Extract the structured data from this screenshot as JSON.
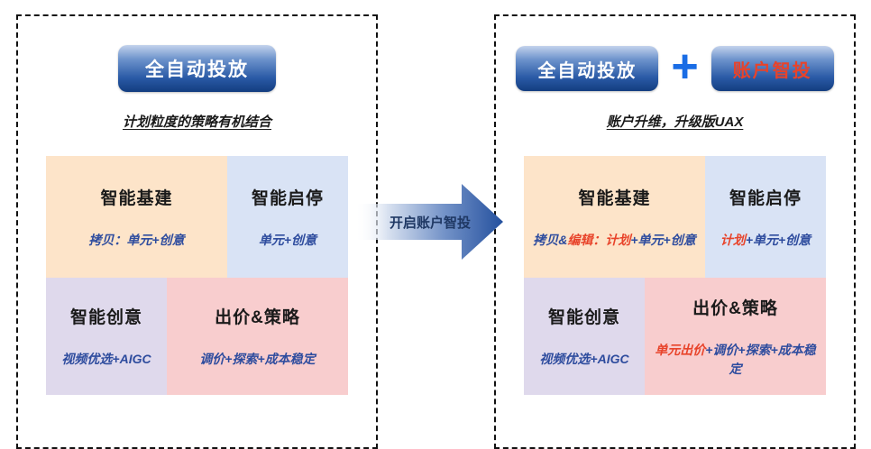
{
  "colors": {
    "blue_text": "#2E4C9E",
    "red_text": "#E8432A",
    "plus_blue": "#1A6DE5",
    "badge_text": "#FFFFFF",
    "cell_orange": "#FDE4C9",
    "cell_blue": "#D9E3F5",
    "cell_purple": "#DFD9EC",
    "cell_pink": "#F8CDCE",
    "arrow_label": "#1F3864"
  },
  "arrow": {
    "label": "开启账户智投"
  },
  "left_panel": {
    "badge": "全自动投放",
    "subtitle": "计划粒度的策略有机结合",
    "cells": [
      {
        "title": "智能基建",
        "desc": [
          {
            "text": "拷贝：单元+创意",
            "style": "blue"
          }
        ]
      },
      {
        "title": "智能启停",
        "desc": [
          {
            "text": "单元+创意",
            "style": "blue"
          }
        ]
      },
      {
        "title": "智能创意",
        "desc": [
          {
            "text": "视频优选+AIGC",
            "style": "blue"
          }
        ]
      },
      {
        "title": "出价&策略",
        "desc": [
          {
            "text": "调价+探索+成本稳定",
            "style": "blue"
          }
        ]
      }
    ]
  },
  "right_panel": {
    "badge1": "全自动投放",
    "plus": "+",
    "badge2": "账户智投",
    "subtitle": "账户升维，升级版UAX",
    "cells": [
      {
        "title": "智能基建",
        "desc": [
          {
            "text": "拷贝&",
            "style": "blue"
          },
          {
            "text": "编辑：计划",
            "style": "red"
          },
          {
            "text": "+单元+创意",
            "style": "blue"
          }
        ]
      },
      {
        "title": "智能启停",
        "desc": [
          {
            "text": "计划",
            "style": "red"
          },
          {
            "text": "+单元+创意",
            "style": "blue"
          }
        ]
      },
      {
        "title": "智能创意",
        "desc": [
          {
            "text": "视频优选+AIGC",
            "style": "blue"
          }
        ]
      },
      {
        "title": "出价&策略",
        "desc": [
          {
            "text": "单元出价",
            "style": "red"
          },
          {
            "text": "+调价+探索+成本稳定",
            "style": "blue"
          }
        ]
      }
    ]
  }
}
